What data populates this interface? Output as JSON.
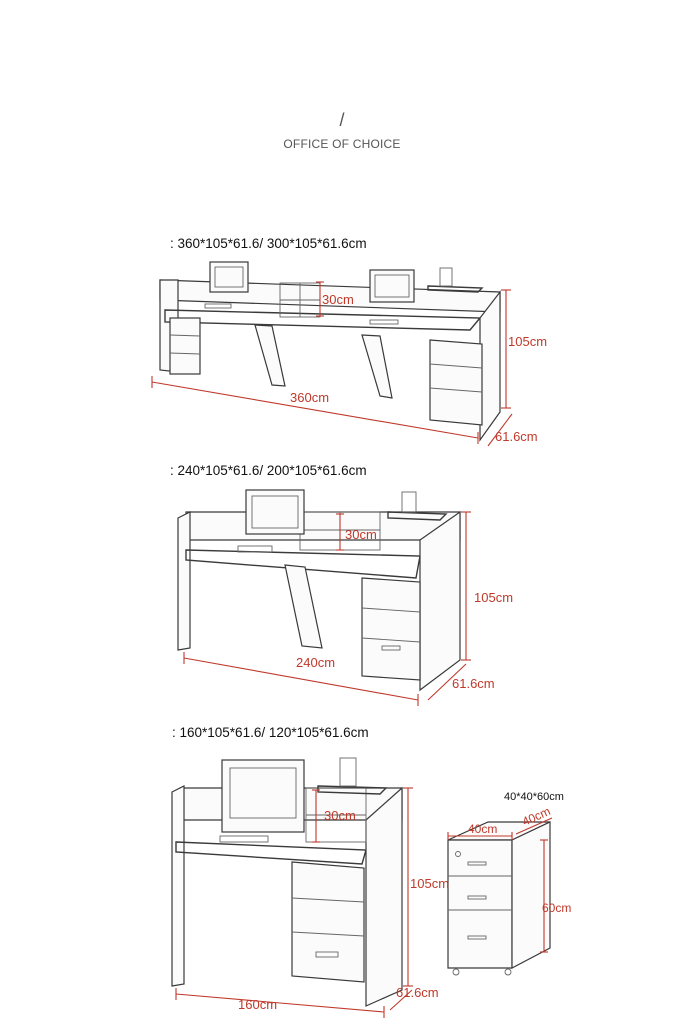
{
  "header": {
    "slash": "/",
    "title": "OFFICE OF CHOICE"
  },
  "desk1": {
    "spec": ": 360*105*61.6/ 300*105*61.6cm",
    "width": "360cm",
    "height": "105cm",
    "depth": "61.6cm",
    "shelf": "30cm"
  },
  "desk2": {
    "spec": ": 240*105*61.6/ 200*105*61.6cm",
    "width": "240cm",
    "height": "105cm",
    "depth": "61.6cm",
    "shelf": "30cm"
  },
  "desk3": {
    "spec": ": 160*105*61.6/ 120*105*61.6cm",
    "width": "160cm",
    "height": "105cm",
    "depth": "61.6cm",
    "shelf": "30cm"
  },
  "cabinet": {
    "spec": "40*40*60cm",
    "width": "40cm",
    "depth": "40cm",
    "height": "60cm"
  }
}
